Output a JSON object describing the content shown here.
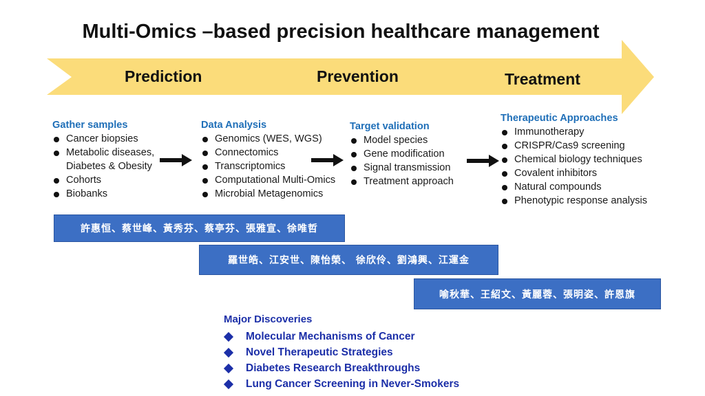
{
  "title": "Multi-Omics –based precision healthcare management",
  "phases": [
    "Prediction",
    "Prevention",
    "Treatment"
  ],
  "columns": [
    {
      "heading": "Gather samples",
      "items": [
        "Cancer biopsies",
        "Metabolic diseases,",
        "Diabetes & Obesity",
        "Cohorts",
        "Biobanks"
      ]
    },
    {
      "heading": "Data Analysis",
      "items": [
        "Genomics (WES, WGS)",
        "Connectomics",
        "Transcriptomics",
        "Computational Multi-Omics",
        "Microbial Metagenomics"
      ]
    },
    {
      "heading": "Target validation",
      "items": [
        "Model species",
        "Gene modification",
        "Signal transmission",
        "Treatment approach"
      ]
    },
    {
      "heading": "Therapeutic Approaches",
      "items": [
        "Immunotherapy",
        "CRISPR/Cas9 screening",
        "Chemical biology techniques",
        "Covalent inhibitors",
        "Natural compounds",
        "Phenotypic response analysis"
      ]
    }
  ],
  "teams": [
    "許惠恒、蔡世峰、黃秀芬、蔡亭芬、張雅宣、徐唯哲",
    "羅世皓、江安世、陳怡榮、 徐欣伶、劉鴻興、江運金",
    "喻秋華、王紹文、黃麗蓉、張明姿、許恩旗"
  ],
  "discoveries": {
    "heading": "Major Discoveries",
    "items": [
      "Molecular Mechanisms of Cancer",
      "Novel Therapeutic Strategies",
      "Diabetes Research Breakthroughs",
      "Lung Cancer Screening in Never-Smokers"
    ]
  },
  "colors": {
    "arrow": "#fbdc7a",
    "team_box": "#3c6fc4",
    "heading_blue": "#1f6fb8",
    "discovery_blue": "#1c2fa8"
  }
}
